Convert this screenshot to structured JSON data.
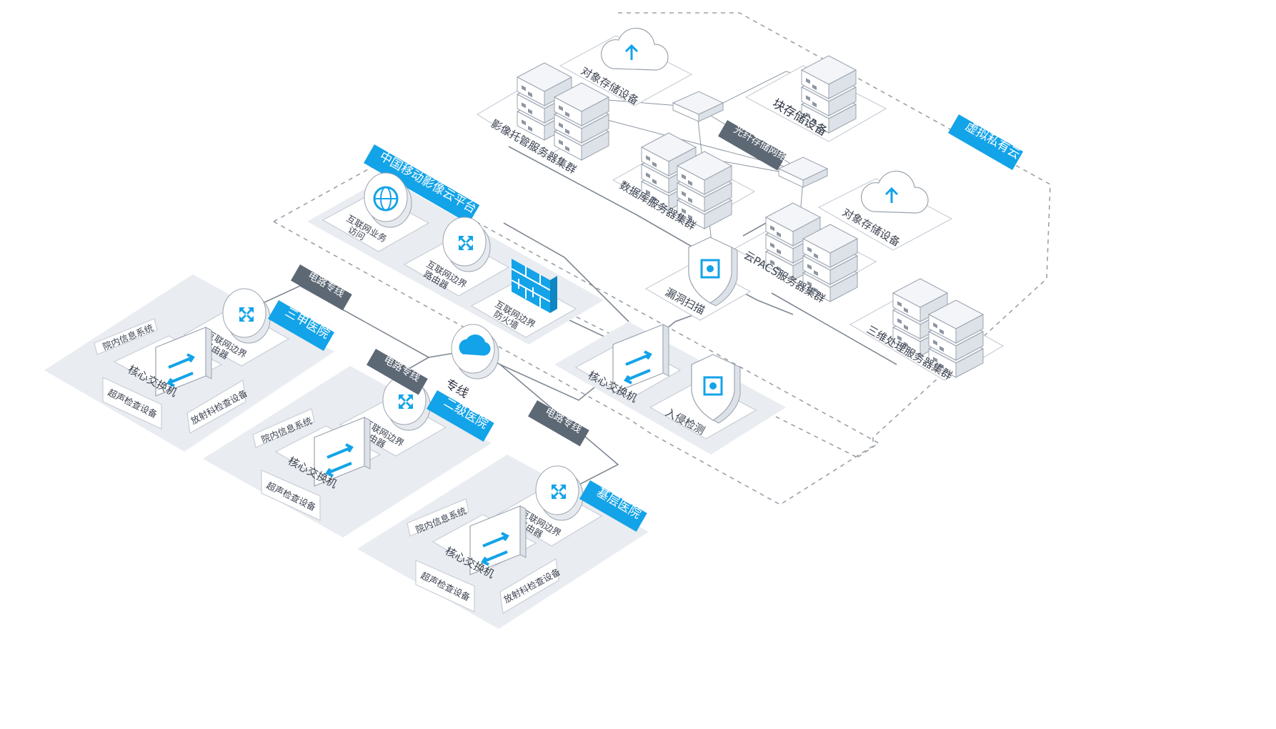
{
  "colors": {
    "accent": "#13a3e8",
    "dark_tag": "#5d6875",
    "plate": "#e9ecf1",
    "line": "#7f8894"
  },
  "regions": {
    "platform": "中国移动影像云平台",
    "private_cloud": "虚拟私有云"
  },
  "cloud": {
    "object_storage_top": "对象存储设备",
    "imaging_hosting_cluster": "影像托管服务器集群",
    "fiber_storage_network": "光纤存储网络",
    "block_storage": "块存储设备",
    "database_cluster": "数据库服务器集群",
    "object_storage_right": "对象存储设备",
    "pacs_cluster": "云PACS服务器集群",
    "vuln_scan": "漏洞扫描",
    "render_3d_cluster": "三维处理服务器集群"
  },
  "platform_nodes": {
    "internet_access_l1": "互联网业务",
    "internet_access_l2": "访问",
    "edge_router_l1": "互联网边界",
    "edge_router_l2": "路由器",
    "firewall_l1": "互联网边界",
    "firewall_l2": "防火墙",
    "core_switch": "核心交换机",
    "intrusion_detect": "入侵检测"
  },
  "links": {
    "private_line": "专线",
    "circuit_1": "电路专线",
    "circuit_2": "电路专线",
    "circuit_3": "电路专线"
  },
  "hospitals": [
    {
      "name": "三甲医院",
      "router_l1": "互联网边界",
      "router_l2": "路由器",
      "his": "院内信息系统",
      "switch": "核心交换机",
      "ultrasound": "超声检查设备",
      "radiology": "放射科检查设备"
    },
    {
      "name": "二级医院",
      "router_l1": "互联网边界",
      "router_l2": "路由器",
      "his": "院内信息系统",
      "switch": "核心交换机",
      "ultrasound": "超声检查设备"
    },
    {
      "name": "基层医院",
      "router_l1": "互联网边界",
      "router_l2": "路由器",
      "his": "院内信息系统",
      "switch": "核心交换机",
      "ultrasound": "超声检查设备",
      "radiology": "放射科检查设备"
    }
  ]
}
